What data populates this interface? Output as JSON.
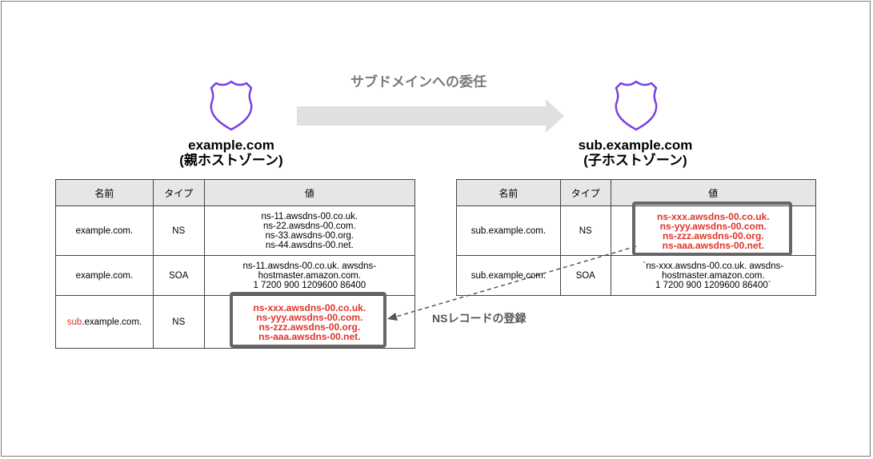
{
  "title": "サブドメインへの委任",
  "ns_registration_label": "NSレコードの登録",
  "parent_zone": {
    "name": "example.com",
    "subtitle": "(親ホストゾーン)",
    "headers": [
      "名前",
      "タイプ",
      "値"
    ],
    "rows": [
      {
        "name_prefix": "",
        "name": "example.com.",
        "type": "NS",
        "values": [
          "ns-11.awsdns-00.co.uk.",
          "ns-22.awsdns-00.com.",
          "ns-33.awsdns-00.org.",
          "ns-44.awsdns-00.net."
        ]
      },
      {
        "name_prefix": "",
        "name": "example.com.",
        "type": "SOA",
        "values": [
          "ns-11.awsdns-00.co.uk. awsdns-",
          "hostmaster.amazon.com.",
          "1 7200 900 1209600 86400"
        ]
      },
      {
        "name_prefix": "sub",
        "name": ".example.com.",
        "type": "NS",
        "values": [
          "ns-xxx.awsdns-00.co.uk.",
          "ns-yyy.awsdns-00.com.",
          "ns-zzz.awsdns-00.org.",
          "ns-aaa.awsdns-00.net."
        ]
      }
    ]
  },
  "child_zone": {
    "name": "sub.example.com",
    "subtitle": "(子ホストゾーン)",
    "headers": [
      "名前",
      "タイプ",
      "値"
    ],
    "rows": [
      {
        "name": "sub.example.com.",
        "type": "NS",
        "values": [
          "ns-xxx.awsdns-00.co.uk.",
          "ns-yyy.awsdns-00.com.",
          "ns-zzz.awsdns-00.org.",
          "ns-aaa.awsdns-00.net."
        ]
      },
      {
        "name": "sub.example.com.",
        "type": "SOA",
        "values": [
          "`ns-xxx.awsdns-00.co.uk. awsdns-",
          "hostmaster.amazon.com.",
          "1 7200 900 1209600 86400`"
        ]
      }
    ]
  },
  "colors": {
    "shield": "#7b3fe4",
    "highlight_red": "#e0342a",
    "arrow_gray": "#e0e0e0"
  }
}
